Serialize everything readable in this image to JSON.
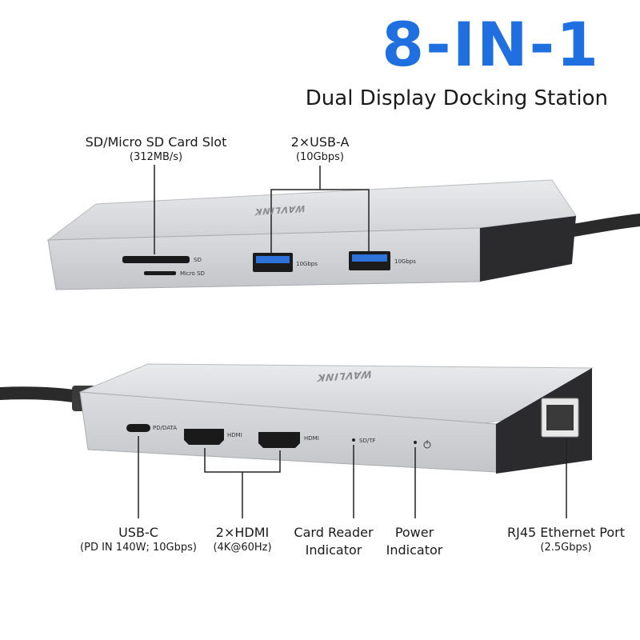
{
  "title": "8-IN-1",
  "subtitle": "Dual Display Docking Station",
  "top_hub": {
    "brand": "WAVLINK",
    "callouts": {
      "card_slot": {
        "label": "SD/Micro SD Card Slot",
        "detail": "(312MB/s)"
      },
      "usb_a": {
        "label": "2×USB-A",
        "detail": "(10Gbps)"
      }
    },
    "port_marks": {
      "sd": "SD",
      "micro_sd": "Micro SD",
      "usb1": "10Gbps",
      "usb2": "10Gbps"
    }
  },
  "bottom_hub": {
    "brand": "WAVLINK",
    "callouts": {
      "usb_c": {
        "label": "USB-C",
        "detail": "(PD IN 140W; 10Gbps)"
      },
      "hdmi": {
        "label": "2×HDMI",
        "detail": "(4K@60Hz)"
      },
      "card_reader": {
        "line1": "Card Reader",
        "line2": "Indicator"
      },
      "power": {
        "line1": "Power",
        "line2": "Indicator"
      },
      "rj45": {
        "label": "RJ45 Ethernet Port",
        "detail": "(2.5Gbps)"
      }
    },
    "port_marks": {
      "pd": "PD/DATA",
      "hdmi1": "HDMI",
      "hdmi2": "HDMI",
      "sdtf": "SD/TF"
    }
  },
  "colors": {
    "title": "#1f6fe0",
    "usb_blue": "#2d72d9",
    "hub_silver": "#d4d6da",
    "hub_dark": "#2b2b2e"
  }
}
